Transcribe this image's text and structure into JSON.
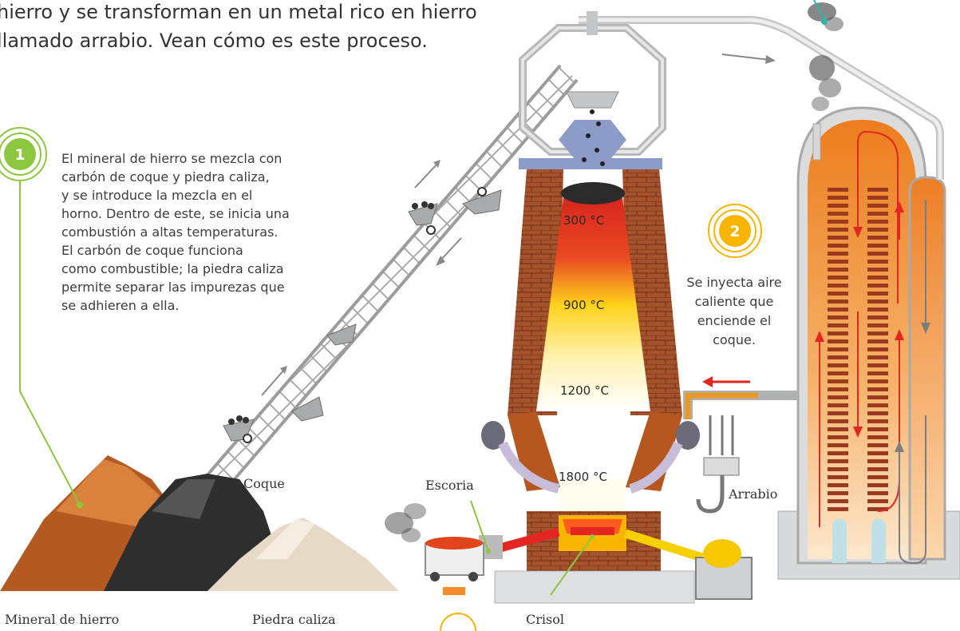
{
  "intro": {
    "line1": "hierro y se transforman en un metal rico en hierro",
    "line2": "llamado arrabio. Vean cómo es este proceso."
  },
  "step1": {
    "number": "1",
    "lines": [
      "El mineral de hierro se mezcla con",
      "carbón de coque y piedra caliza,",
      "y se introduce la mezcla en el",
      "horno. Dentro de este, se inicia una",
      "combustión a altas temperaturas.",
      "El carbón de coque funciona",
      "como combustible; la piedra caliza",
      "permite separar las impurezas que",
      "se adhieren a ella."
    ]
  },
  "step2": {
    "number": "2",
    "lines": [
      "Se inyecta aire",
      "caliente que",
      "enciende el",
      "coque."
    ]
  },
  "temperatures": [
    "300 °C",
    "900 °C",
    "1200 °C",
    "1800 °C"
  ],
  "labels": {
    "coque": "Coque",
    "mineral": "Mineral de hierro",
    "caliza": "Piedra caliza",
    "escoria": "Escoria",
    "crisol": "Crisol",
    "arrabio": "Arrabio"
  },
  "colors": {
    "accent_green": "#8dc63f",
    "accent_yellow": "#f7b500",
    "arrow_red": "#e52521",
    "brick": "#9a4a2a",
    "heater_orange": "#f39a3c"
  }
}
